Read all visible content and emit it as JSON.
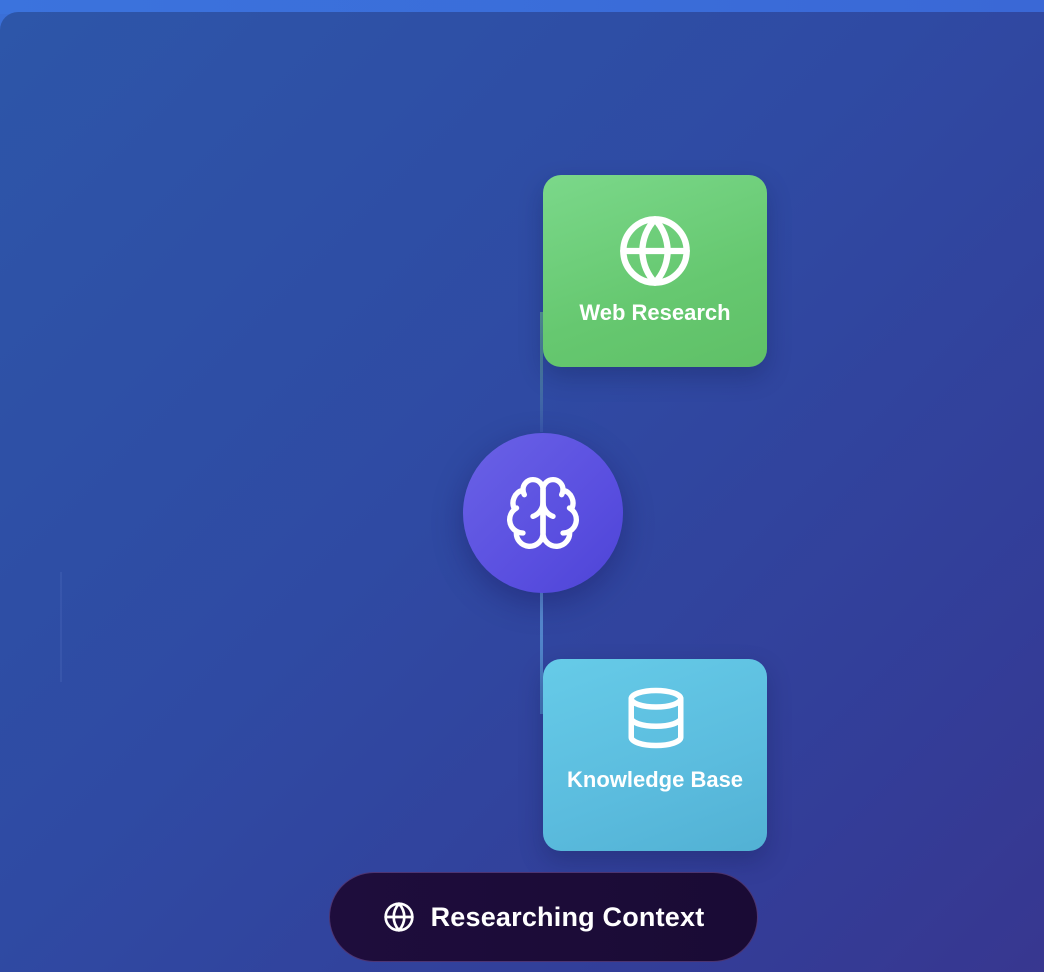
{
  "diagram": {
    "hub": {
      "icon": "brain-icon"
    },
    "nodes": [
      {
        "id": "web",
        "label": "Web Research",
        "icon": "globe-icon",
        "color": "#6ccd78"
      },
      {
        "id": "kb",
        "label": "Knowledge Base",
        "icon": "database-icon",
        "color": "#5bbcde"
      }
    ]
  },
  "status": {
    "icon": "globe-icon",
    "label": "Researching Context"
  },
  "colors": {
    "background": "#2f4aa3",
    "hub": "#5a4fe0",
    "status_bg": "#1c0c39"
  }
}
